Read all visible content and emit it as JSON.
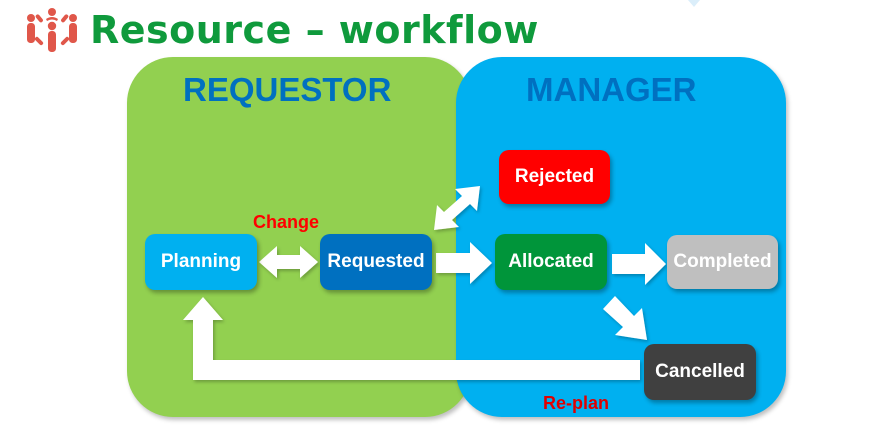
{
  "header": {
    "title": "Resource – workflow",
    "logo_icon": "people-group-icon"
  },
  "lanes": [
    {
      "id": "requestor",
      "title": "REQUESTOR",
      "color": "#92d050"
    },
    {
      "id": "manager",
      "title": "MANAGER",
      "color": "#00b0f0"
    }
  ],
  "states": {
    "planning": {
      "label": "Planning",
      "color": "#00b0f0",
      "lane": "requestor"
    },
    "requested": {
      "label": "Requested",
      "color": "#0070c0",
      "lane": "requestor"
    },
    "rejected": {
      "label": "Rejected",
      "color": "#ff0000",
      "lane": "manager"
    },
    "allocated": {
      "label": "Allocated",
      "color": "#00953a",
      "lane": "manager"
    },
    "completed": {
      "label": "Completed",
      "color": "#bfbfbf",
      "lane": "manager"
    },
    "cancelled": {
      "label": "Cancelled",
      "color": "#404040",
      "lane": "manager"
    }
  },
  "transitions": [
    {
      "from": "planning",
      "to": "requested",
      "bidirectional": true,
      "label": "Change"
    },
    {
      "from": "requested",
      "to": "rejected",
      "bidirectional": true,
      "label": ""
    },
    {
      "from": "requested",
      "to": "allocated",
      "bidirectional": false,
      "label": ""
    },
    {
      "from": "allocated",
      "to": "completed",
      "bidirectional": false,
      "label": ""
    },
    {
      "from": "allocated",
      "to": "cancelled",
      "bidirectional": false,
      "label": ""
    },
    {
      "from": "cancelled",
      "to": "planning",
      "bidirectional": false,
      "label": "Re-plan"
    }
  ],
  "labels": {
    "change": "Change",
    "replan": "Re-plan"
  },
  "colors": {
    "title": "#0f9a3c",
    "lane_title": "#0070c0",
    "transition_label": "#ff0000",
    "arrow": "#ffffff",
    "logo": "#e0574a"
  }
}
